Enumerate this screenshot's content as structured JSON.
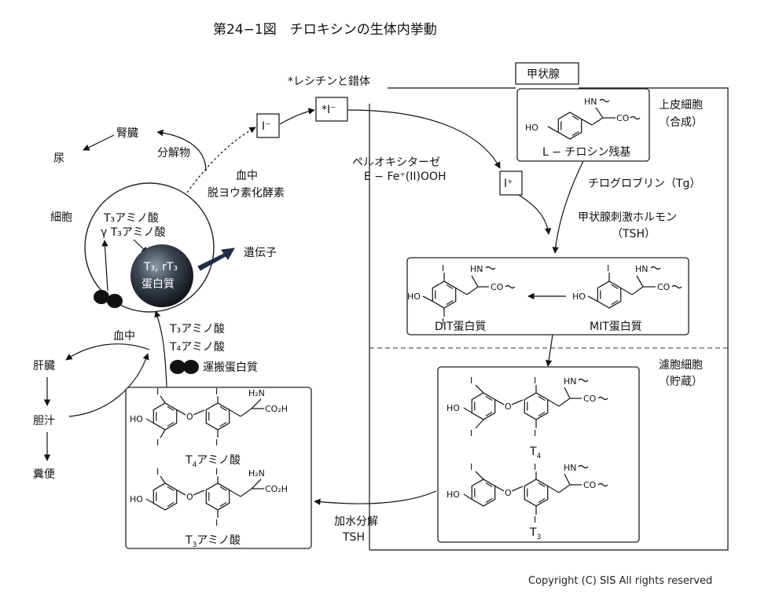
{
  "title": "第24−1図　チロキシンの生体内挙動",
  "copyright": "Copyright (C) SIS All rights reserved",
  "thyroid": {
    "label": "甲状腺",
    "epithelial": "上皮細胞",
    "synthesis": "（合成）",
    "follicular": "濾胞細胞",
    "storage": "（貯蔵）",
    "tyrosine_residue": "L − チロシン残基",
    "thyroglobulin": "チログロブリン（Tg）",
    "tsh_name": "甲状腺刺激ホルモン",
    "tsh_abbr": "（TSH）",
    "dit": "DIT蛋白質",
    "mit": "MIT蛋白質",
    "t4_label_main": "T",
    "t4_label_sub": "4",
    "t3_label_main": "T",
    "t3_label_sub": "3"
  },
  "iodine": {
    "lecithin": "*レシチンと錯体",
    "i_minus": "I⁻",
    "i_star": "*I⁻",
    "i_plus": "I⁺",
    "peroxidase": "ペルオキシターゼ",
    "enzyme_formula": "E − Fe⁺(II)OOH"
  },
  "metabolism": {
    "kidney": "腎臓",
    "urine": "尿",
    "breakdown": "分解物",
    "blood": "血中",
    "deiodinase": "脱ヨウ素化酵素",
    "cell": "細胞",
    "cell_t3": "T₃アミノ酸",
    "cell_gamma_t3": "γ T₃アミノ酸",
    "receptor_top": "T₃, rT₃",
    "receptor_bottom": "蛋白質",
    "gene": "遺伝子",
    "blood_left": "血中",
    "liver": "肝臓",
    "bile": "胆汁",
    "feces": "糞便",
    "t3_aa": "T₃アミノ酸",
    "t4_aa": "T₄アミノ酸",
    "carrier": "運搬蛋白質",
    "hydrolysis": "加水分解",
    "hydrolysis_tsh": "TSH",
    "t4_box_main": "T",
    "t4_box_sub": "4",
    "t3_box_main": "T",
    "t3_box_sub": "3",
    "amino_suffix": "アミノ酸"
  },
  "atoms": {
    "I": "I",
    "HO": "HO",
    "O": "O",
    "HN": "HN",
    "CO": "CO",
    "H2N": "H₂N",
    "CO2H": "CO₂H"
  }
}
